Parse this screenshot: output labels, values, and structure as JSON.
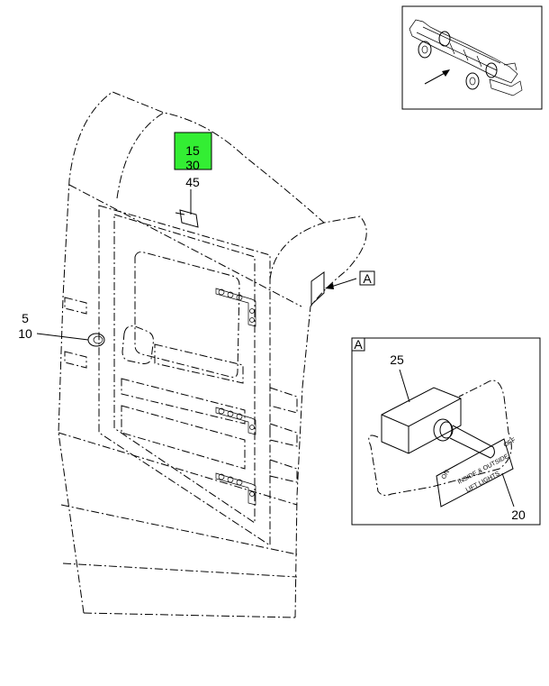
{
  "callouts": {
    "c15": "15",
    "c30": "30",
    "c45": "45",
    "c5": "5",
    "c10": "10",
    "c25": "25",
    "c20": "20"
  },
  "detail_marker": "A",
  "detail_view_label": "A",
  "switch_plate": {
    "on": "ON",
    "off": "OFF",
    "line1": "INSIDE & OUTSIDE",
    "line2": "LIFT LIGHTS"
  },
  "colors": {
    "highlight": "#33ee33",
    "line": "#000000",
    "background": "#ffffff"
  }
}
